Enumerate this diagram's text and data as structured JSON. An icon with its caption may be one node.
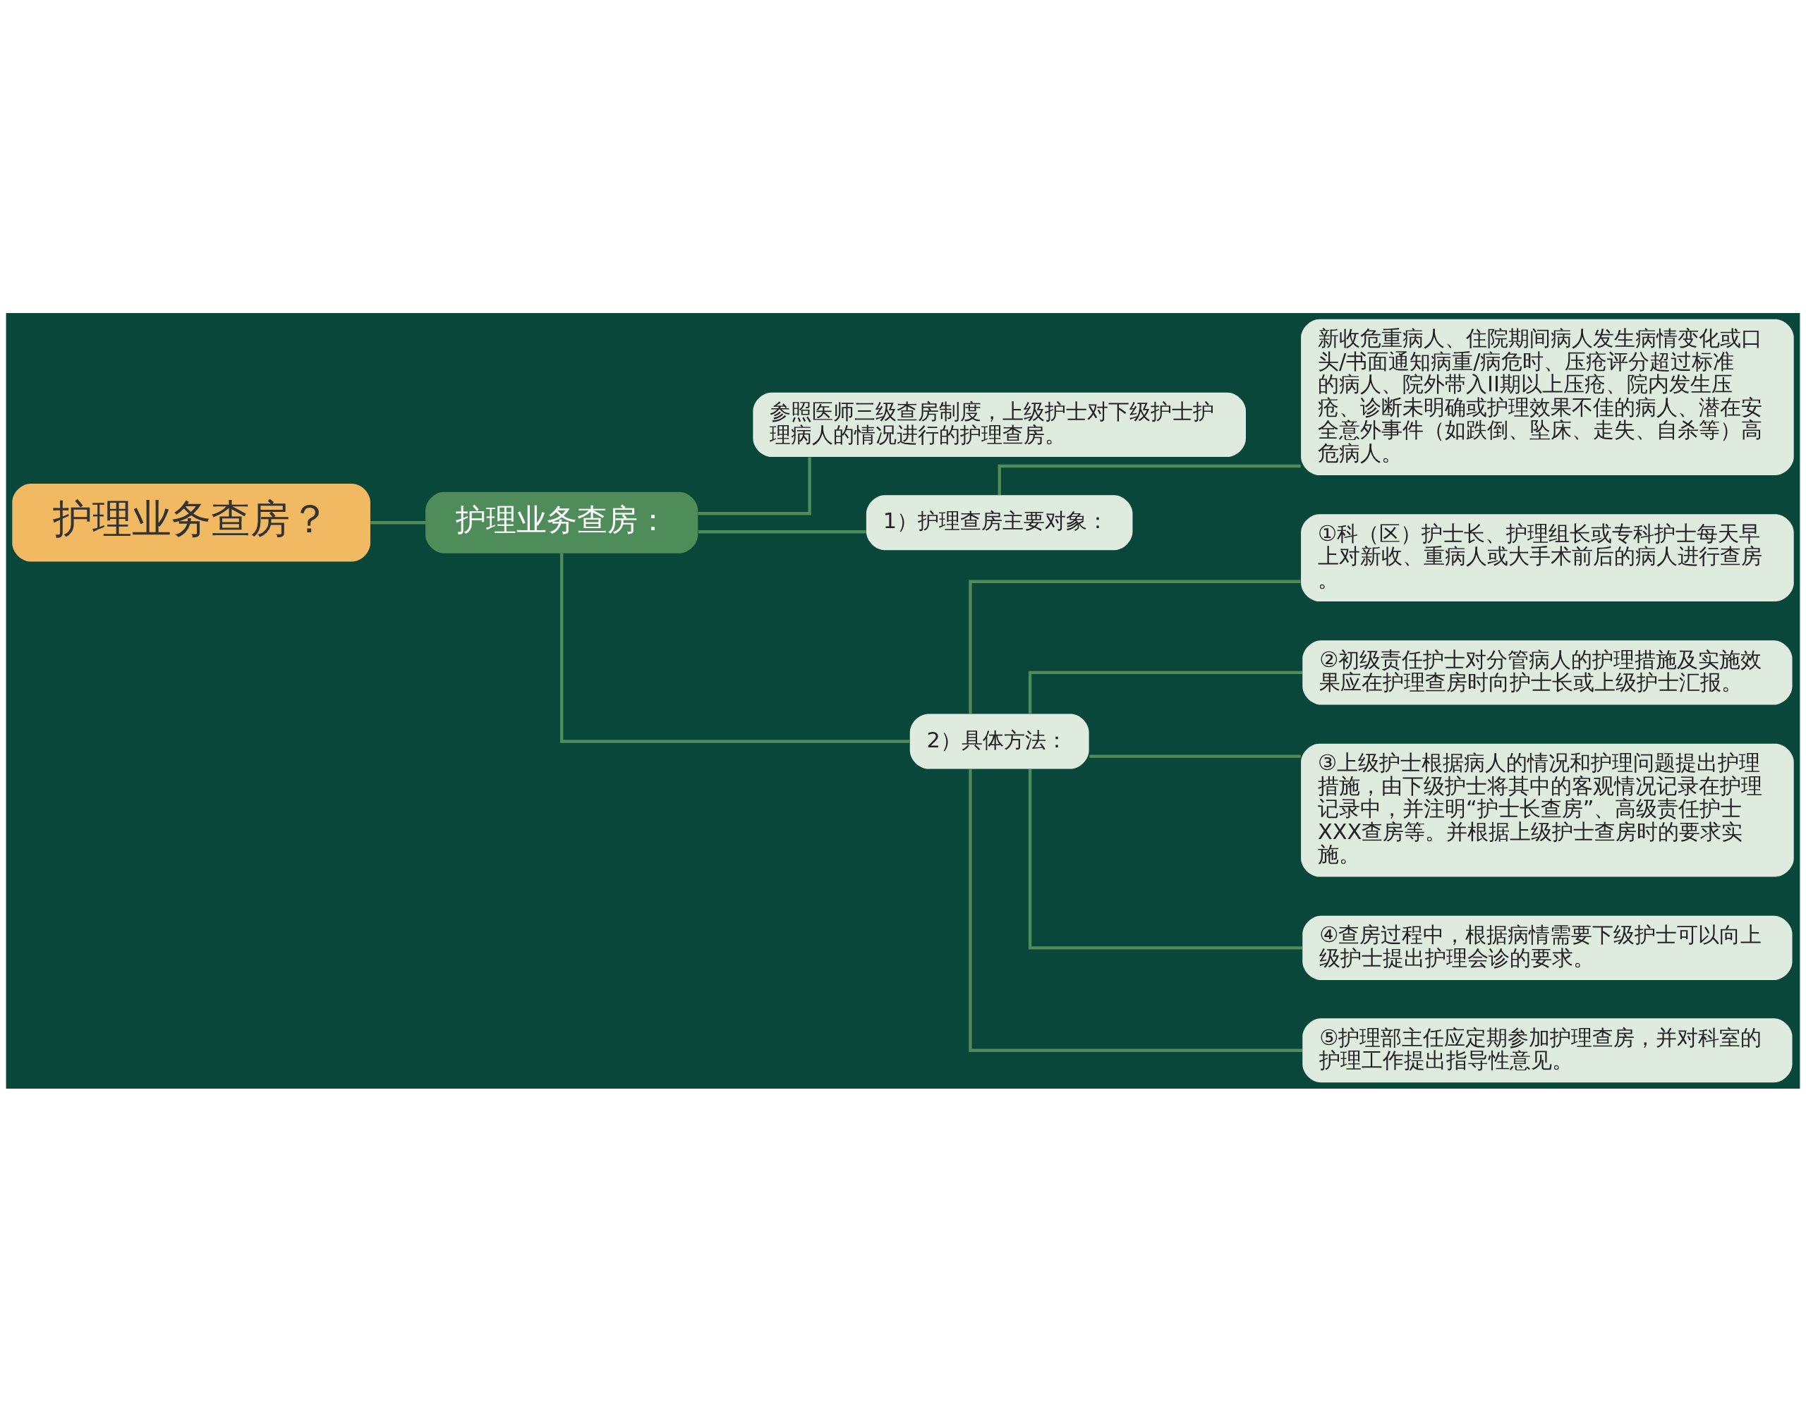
{
  "diagram": {
    "nodes": [
      {
        "text": [
          "护理业务查房？"
        ]
      },
      {
        "text": [
          "护理业务查房："
        ]
      },
      {
        "text": [
          "参照医师三级查房制度，上级护士对下级护士护理病人的情况进行的护理查房。"
        ]
      },
      {
        "text": [
          "1）护理查房主要对象："
        ]
      },
      {
        "text": [
          "新收危重病人、住院期间病人发生病情变化或口头/书面通知病重/病危时、压疮评分超过标准的病人、院外带入II期以上压疮、院内发生压疮、诊断未明确或护理效果不佳的病人、潜在安全意外事件（如跌倒、坠床、走失、自杀等）高危病人。"
        ]
      },
      {
        "text": [
          "2）具体方法："
        ]
      },
      {
        "text": [
          "①科（区）护士长、护理组长或专科护士每天早上对新收、重病人或大手术前后的病人进行查房。"
        ]
      },
      {
        "text": [
          "②初级责任护士对分管病人的护理措施及实施效果应在护理查房时向护士长或上级护士汇报。"
        ]
      },
      {
        "text": [
          "③上级护士根据病人的情况和护理问题提出护理措施，由下级护士将其中的客观情况记录在护理记录中，并注明“护士长查房”、高级责任护士XXX查房等。并根据上级护士查房时的要求实施。"
        ]
      },
      {
        "text": [
          "④查房过程中，根据病情需要下级护士可以向上级护士提出护理会诊的要求。"
        ]
      },
      {
        "text": [
          "⑤护理部主任应定期参加护理查房，并对科室的护理工作提出指导性意见。"
        ]
      }
    ],
    "edges": [
      {
        "from": 0,
        "to": 1,
        "arrow": "none"
      },
      {
        "from": 1,
        "to": 2,
        "arrow": "none"
      },
      {
        "from": 1,
        "to": 3,
        "arrow": "none"
      },
      {
        "from": 3,
        "to": 4,
        "arrow": "none"
      },
      {
        "from": 1,
        "to": 5,
        "arrow": "none"
      },
      {
        "from": 5,
        "to": 6,
        "arrow": "none"
      },
      {
        "from": 5,
        "to": 7,
        "arrow": "none"
      },
      {
        "from": 5,
        "to": 8,
        "arrow": "none"
      },
      {
        "from": 5,
        "to": 9,
        "arrow": "none"
      },
      {
        "from": 5,
        "to": 10,
        "arrow": "none"
      }
    ]
  }
}
